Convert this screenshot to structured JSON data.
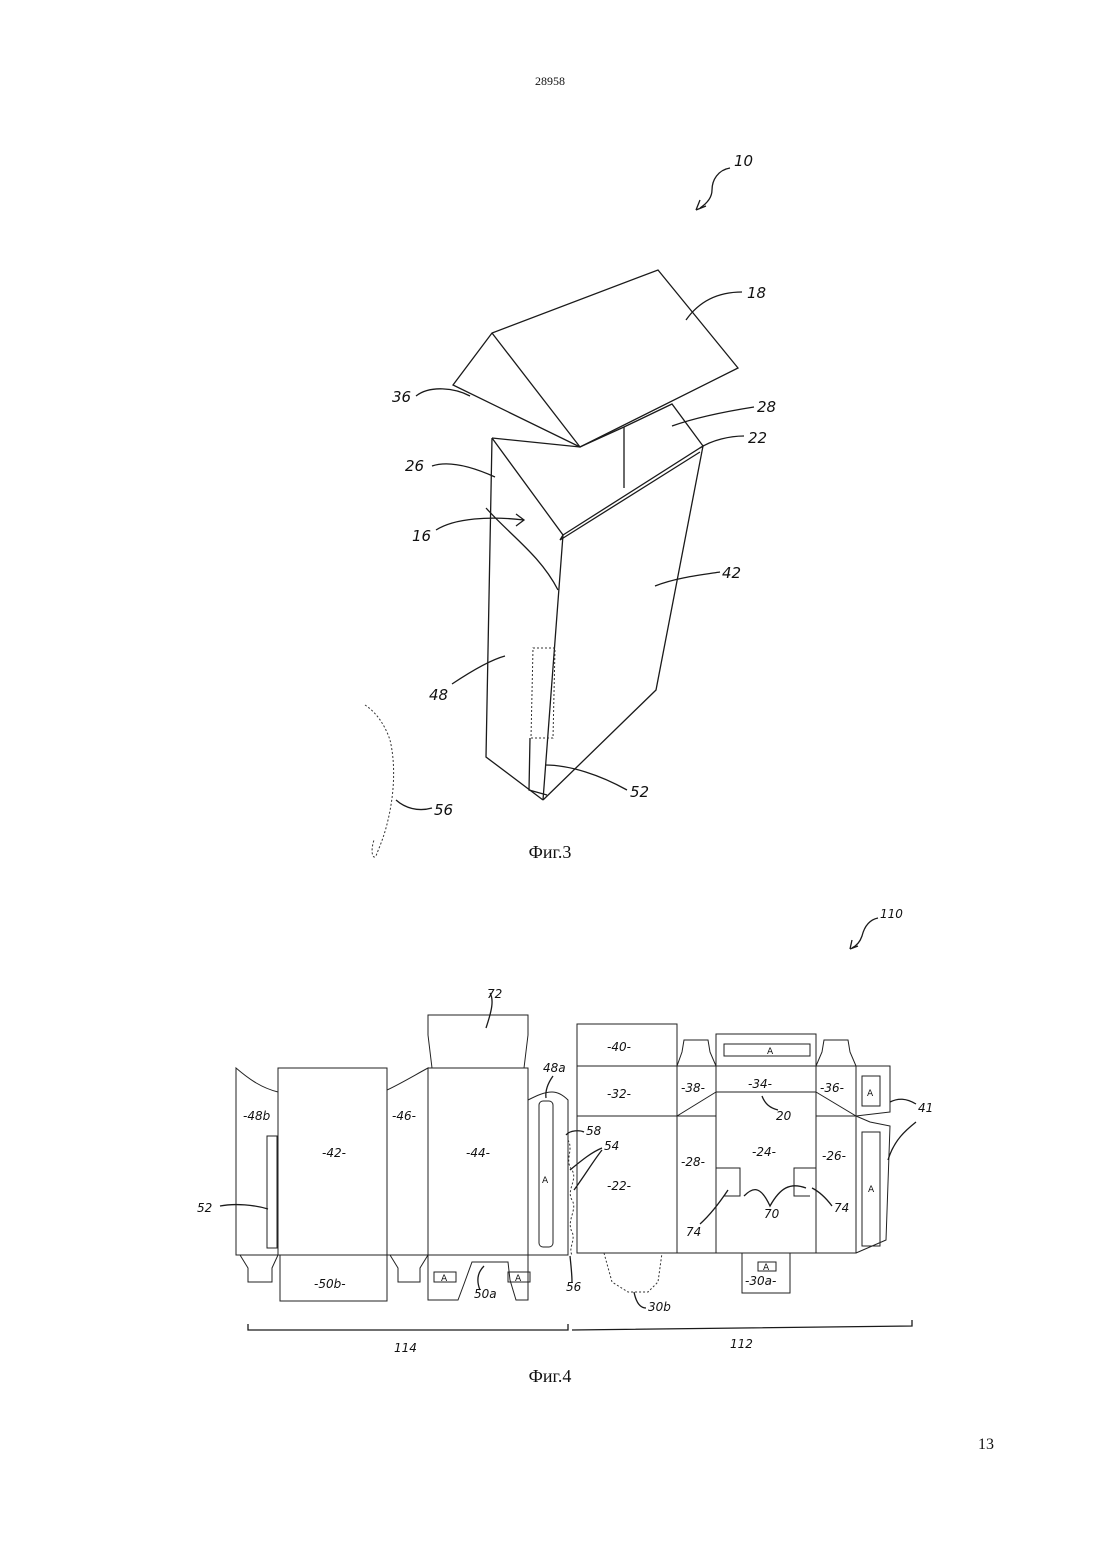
{
  "document_number": "28958",
  "page_number": "13",
  "figure3": {
    "caption": "Фиг.3",
    "labels": {
      "ref10": "10",
      "ref18": "18",
      "ref36": "36",
      "ref28": "28",
      "ref22": "22",
      "ref26": "26",
      "ref16": "16",
      "ref42": "42",
      "ref48": "48",
      "ref52": "52",
      "ref56": "56"
    }
  },
  "figure4": {
    "caption": "Фиг.4",
    "labels": {
      "ref110": "110",
      "ref72": "72",
      "ref40": "-40-",
      "ref32": "-32-",
      "ref48a": "48a",
      "ref48b": "-48b",
      "ref42": "-42-",
      "ref46": "-46-",
      "ref44": "-44-",
      "ref58": "58",
      "ref54": "54",
      "ref22": "-22-",
      "ref38": "-38-",
      "ref34": "-34-",
      "ref36": "-36-",
      "ref41": "41",
      "ref20": "20",
      "ref28": "-28-",
      "ref24": "-24-",
      "ref26": "-26-",
      "ref52": "52",
      "ref74a": "74",
      "ref70": "70",
      "ref74b": "74",
      "ref50b": "-50b-",
      "ref50a": "50a",
      "ref56": "56",
      "ref30b": "30b",
      "ref30a": "-30a-",
      "ref114": "114",
      "ref112": "112",
      "markA": "A"
    }
  }
}
